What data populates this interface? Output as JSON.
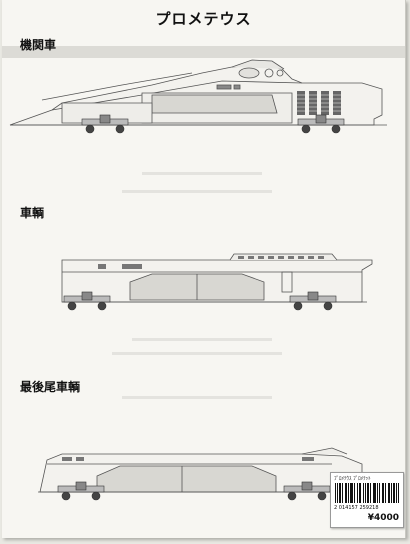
{
  "page": {
    "title": "プロメテウス"
  },
  "sections": [
    {
      "label": "機関車"
    },
    {
      "label": "車輌"
    },
    {
      "label": "最後尾車輌"
    }
  ],
  "price_label": {
    "line1": "ﾌﾟﾛﾒﾃｳｽ ﾌﾟﾛﾒﾃｯﾄ",
    "code": "2 014157 259218",
    "price": "¥4000"
  },
  "colors": {
    "paper": "#f7f6f2",
    "line": "#555555",
    "shade": "#c8c8c8"
  }
}
